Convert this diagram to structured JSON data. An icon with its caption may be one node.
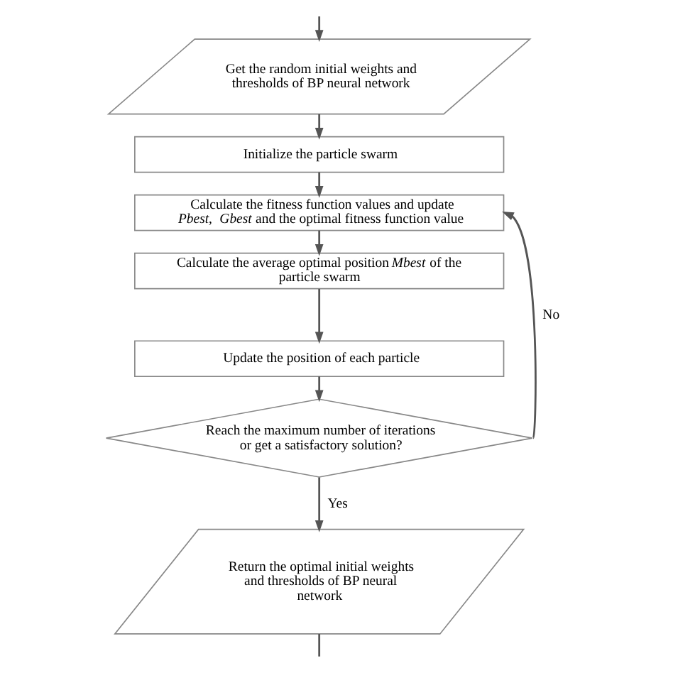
{
  "diagram": {
    "nodes": [
      {
        "text": [
          "Get the random initial weights and thresholds of BP neural network"
        ]
      },
      {
        "text": [
          "Initialize the particle swarm"
        ]
      },
      {
        "text": [
          "Calculate the fitness function values and update *Pbest*, *Gbest* and the optimal fitness function value"
        ]
      },
      {
        "text": [
          "Calculate the average optimal position *Mbest* of the particle swarm"
        ]
      },
      {
        "text": [
          "Update the position of each particle"
        ]
      },
      {
        "text": [
          "Reach the maximum number of iterations or get a satisfactory solution?"
        ]
      },
      {
        "text": [
          "Return the optimal initial weights and thresholds of BP neural network"
        ]
      }
    ],
    "edges": [
      {
        "from": null,
        "to": 0,
        "arrow": "to"
      },
      {
        "from": 0,
        "to": 1,
        "arrow": "to"
      },
      {
        "from": 1,
        "to": 2,
        "arrow": "to"
      },
      {
        "from": 2,
        "to": 3,
        "arrow": "to"
      },
      {
        "from": 3,
        "to": 4,
        "arrow": "to"
      },
      {
        "from": 4,
        "to": 5,
        "arrow": "to"
      },
      {
        "from": 5,
        "to": 2,
        "arrow": "to",
        "label": "No"
      },
      {
        "from": 5,
        "to": 6,
        "arrow": "to",
        "label": "Yes"
      },
      {
        "from": 6,
        "to": null,
        "arrow": "none"
      }
    ]
  }
}
